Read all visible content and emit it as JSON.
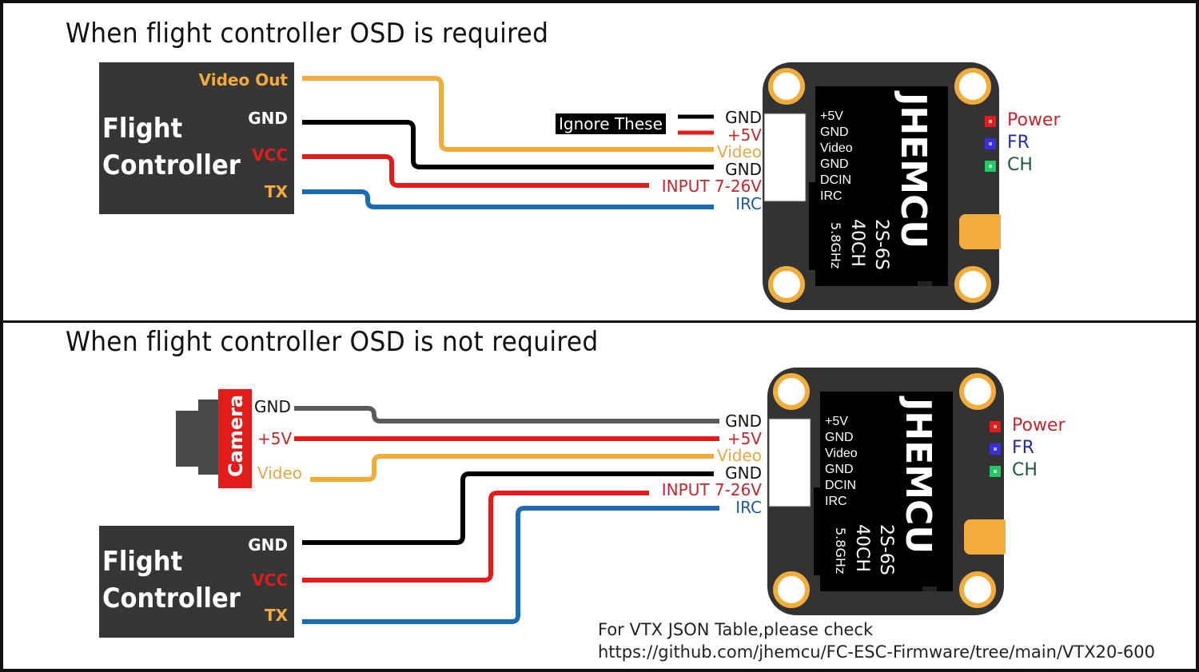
{
  "colors": {
    "video": "#f2ac3c",
    "gnd": "#000000",
    "gnd_camera": "#5a5a5a",
    "vcc": "#e31b1b",
    "tx": "#1a6ab5",
    "label_red": "#c0282d",
    "label_blue": "#1a5a9a",
    "label_green": "#1e5a3a",
    "fc_box": "#363636",
    "led_power": "#e31b1b",
    "led_fr": "#3a2fe0",
    "led_ch": "#22c76a",
    "pad_gold": "#f2ac3c"
  },
  "panel1": {
    "title": "When flight controller OSD is required",
    "flight_controller": {
      "name_line1": "Flight",
      "name_line2": "Controller",
      "pins": [
        {
          "label": "Video Out",
          "color_key": "video"
        },
        {
          "label": "GND",
          "color_key": "white"
        },
        {
          "label": "VCC",
          "color_key": "vcc"
        },
        {
          "label": "TX",
          "color_key": "video"
        }
      ]
    },
    "ignore_tag": "Ignore These",
    "vtx_pins": [
      {
        "label": "GND",
        "color": "#111111"
      },
      {
        "label": "+5V",
        "color": "#c0282d"
      },
      {
        "label": "Video",
        "color": "#e0a94a"
      },
      {
        "label": "GND",
        "color": "#111111"
      },
      {
        "label": "INPUT 7-26V",
        "color": "#c0282d"
      },
      {
        "label": "IRC",
        "color": "#1a5a9a"
      }
    ]
  },
  "panel2": {
    "title": "When flight controller OSD is not required",
    "camera": {
      "name": "Camera",
      "pins": [
        {
          "label": "GND",
          "color": "#111111"
        },
        {
          "label": "+5V",
          "color": "#c0282d"
        },
        {
          "label": "Video",
          "color": "#e0a94a"
        }
      ]
    },
    "flight_controller": {
      "name_line1": "Flight",
      "name_line2": "Controller",
      "pins": [
        {
          "label": "GND",
          "color_key": "white"
        },
        {
          "label": "VCC",
          "color_key": "vcc"
        },
        {
          "label": "TX",
          "color_key": "video"
        }
      ]
    },
    "vtx_pins": [
      {
        "label": "GND",
        "color": "#111111"
      },
      {
        "label": "+5V",
        "color": "#c0282d"
      },
      {
        "label": "Video",
        "color": "#e0a94a"
      },
      {
        "label": "GND",
        "color": "#111111"
      },
      {
        "label": "INPUT 7-26V",
        "color": "#c0282d"
      },
      {
        "label": "IRC",
        "color": "#1a5a9a"
      }
    ]
  },
  "vtx_board": {
    "brand": "JHEMCU",
    "spec_voltage": "2S-6S",
    "spec_channels": "40CH",
    "spec_freq": "5.8GHz",
    "silk_pins": [
      "+5V",
      "GND",
      "Video",
      "GND",
      "DCIN",
      "IRC"
    ],
    "leds": [
      {
        "label": "Power",
        "color": "#e31b1b",
        "text_color": "#c0282d"
      },
      {
        "label": "FR",
        "color": "#3a2fe0",
        "text_color": "#2a2aa0"
      },
      {
        "label": "CH",
        "color": "#22c76a",
        "text_color": "#1e5a3a"
      }
    ]
  },
  "footer": {
    "line1": "For VTX JSON Table,please check",
    "line2": "https://github.com/jhemcu/FC-ESC-Firmware/tree/main/VTX20-600"
  }
}
